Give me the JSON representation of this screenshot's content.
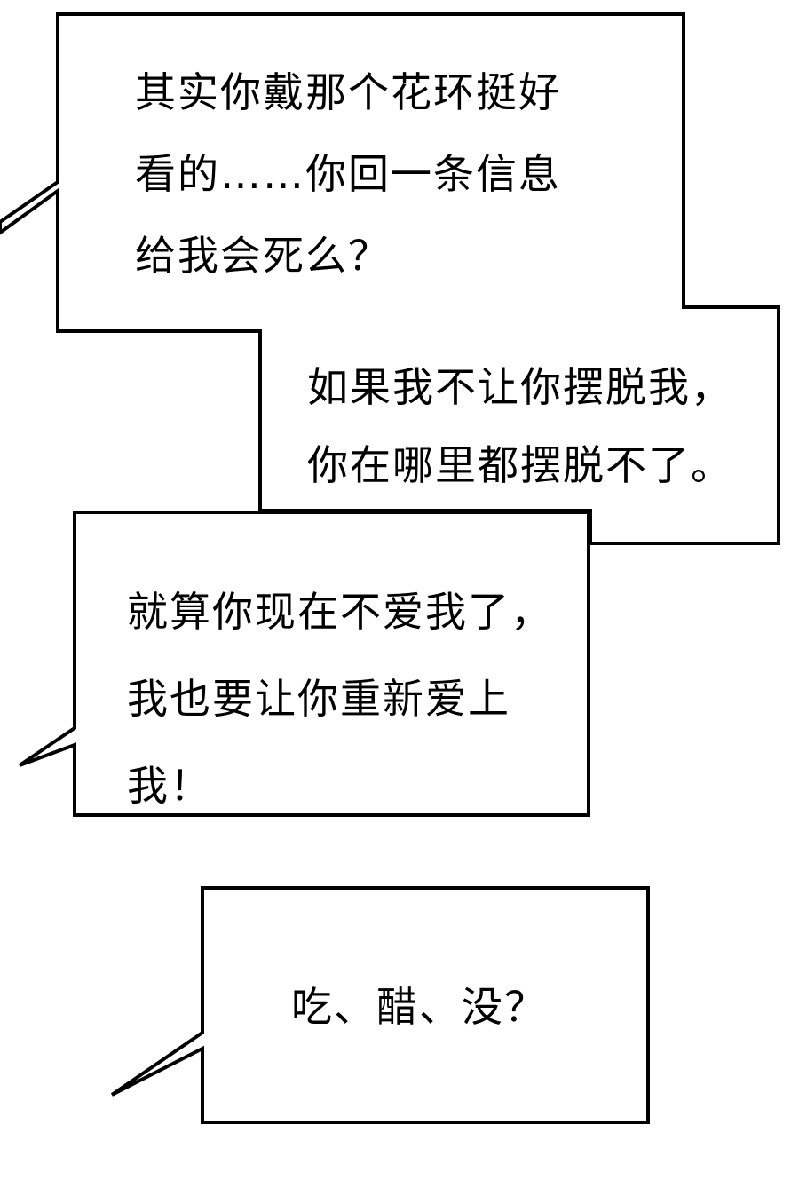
{
  "bubbles": [
    {
      "lines": [
        "其实你戴那个花环挺好",
        "看的……你回一条信息",
        "给我会死么？"
      ]
    },
    {
      "lines": [
        "如果我不让你摆脱我，",
        "你在哪里都摆脱不了。"
      ]
    },
    {
      "lines": [
        "就算你现在不爱我了，",
        "我也要让你重新爱上",
        "我！"
      ]
    },
    {
      "lines": [
        "吃、醋、没？"
      ]
    }
  ],
  "colors": {
    "ink": "#000000",
    "paper": "#ffffff"
  }
}
